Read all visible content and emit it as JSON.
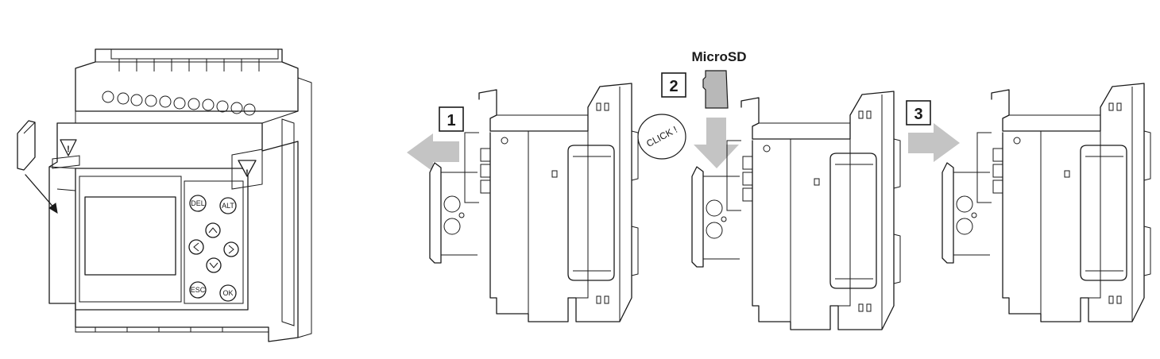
{
  "device_buttons": {
    "del": "DEL",
    "alt": "ALT",
    "esc": "ESC",
    "ok": "OK"
  },
  "steps": {
    "step1": "1",
    "step2": "2",
    "step3": "3"
  },
  "card_label": "MicroSD",
  "click_text": "CLICK !",
  "colors": {
    "arrow_gray": "#c4c4c4",
    "card_gray": "#b8b8b8",
    "line": "#1a1a1a"
  },
  "icons": [
    "warning-icon",
    "arrow-left-icon",
    "arrow-down-icon",
    "arrow-right-icon",
    "microsd-card-icon"
  ]
}
